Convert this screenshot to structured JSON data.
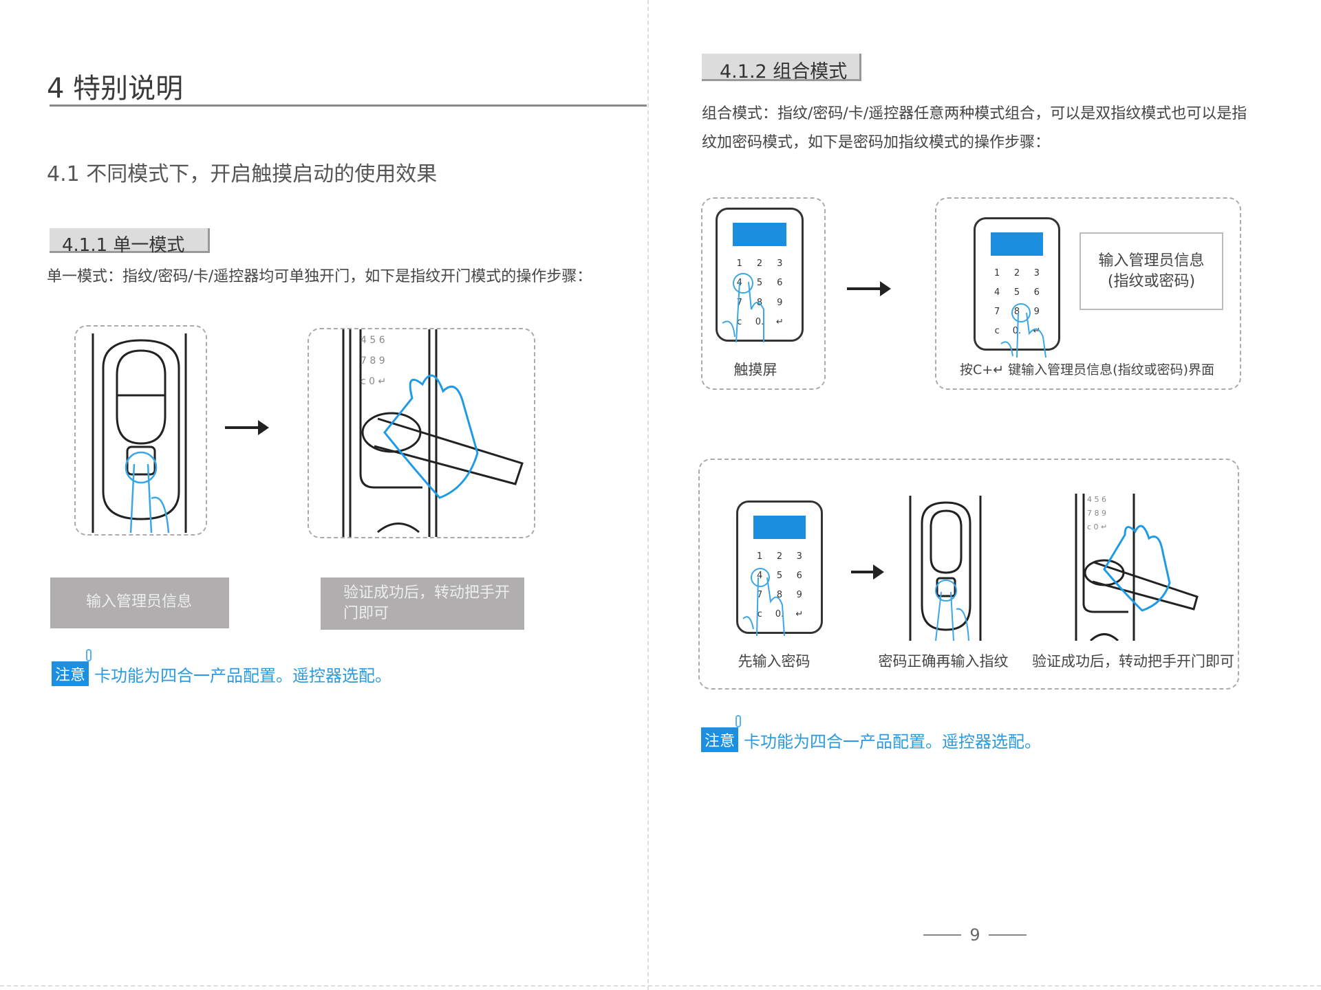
{
  "left": {
    "title": "4 特别说明",
    "section": "4.1 不同模式下，开启触摸启动的使用效果",
    "sub_label": "4.1.1 单一模式",
    "paragraph": "单一模式：指纹/密码/卡/遥控器均可单独开门，如下是指纹开门模式的操作步骤：",
    "step_boxes": [
      "输入管理员信息",
      "验证成功后，转动把手开门即可"
    ],
    "note_badge": "注意",
    "note_text": "卡功能为四合一产品配置。遥控器选配。"
  },
  "right": {
    "sub_label": "4.1.2 组合模式",
    "paragraph": "组合模式：指纹/密码/卡/遥控器任意两种模式组合，可以是双指纹模式也可以是指纹加密码模式，如下是密码加指纹模式的操作步骤：",
    "caption_touch": "触摸屏",
    "info_box": [
      "输入管理员信息",
      "(指纹或密码)"
    ],
    "caption_admin": "按C+↵ 键输入管理员信息(指纹或密码)界面",
    "captions": [
      "先输入密码",
      "密码正确再输入指纹",
      "验证成功后，转动把手开门即可"
    ],
    "note_badge": "注意",
    "note_text": "卡功能为四合一产品配置。遥控器选配。"
  },
  "keypad_keys": [
    "1",
    "2",
    "3",
    "4",
    "5",
    "6",
    "7",
    "8",
    "9",
    "c",
    "0.",
    "↵"
  ],
  "lock_keys": [
    "4",
    "5",
    "6",
    "7",
    "8",
    "9",
    "c",
    "0",
    "↵"
  ],
  "page_number": "9",
  "colors": {
    "accent": "#1a8fe0",
    "note": "#2a9be0",
    "gray_box": "#b0aeae"
  }
}
